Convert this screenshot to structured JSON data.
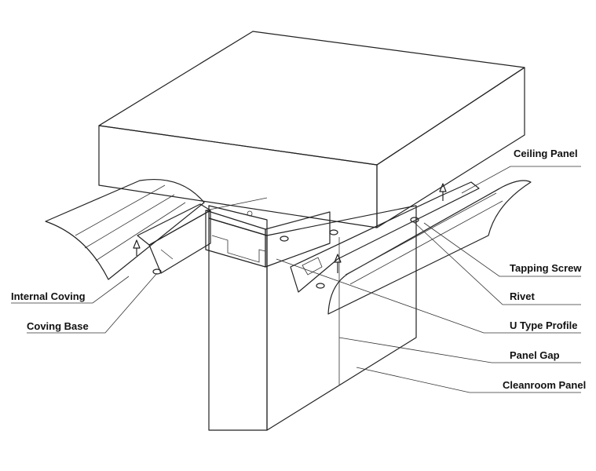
{
  "labels": {
    "ceiling_panel": "Ceiling Panel",
    "tapping_screw": "Tapping Screw",
    "rivet": "Rivet",
    "u_type_profile": "U Type Profile",
    "panel_gap": "Panel Gap",
    "cleanroom_panel": "Cleanroom Panel",
    "internal_coving": "Internal Coving",
    "coving_base": "Coving Base"
  },
  "colors": {
    "line": "#222222",
    "panel_face": "#ffffff",
    "panel_dots": "#777777",
    "coving_shade": "#d9d9d9",
    "label_text": "#111111"
  }
}
